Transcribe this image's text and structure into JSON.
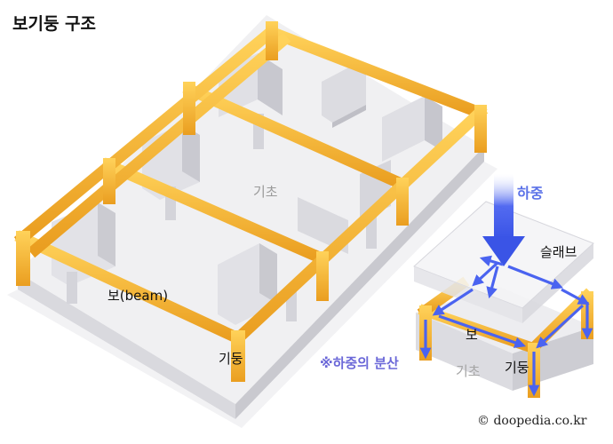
{
  "title": "보기둥 구조",
  "labels": {
    "foundation_main": "기초",
    "beam_main": "보(beam)",
    "column_main": "기둥",
    "load": "하중",
    "slab": "슬래브",
    "distribution_note": "※하중의 분산",
    "beam_small": "보",
    "foundation_small": "기초",
    "column_small": "기둥"
  },
  "copyright": "© doopedia.co.kr",
  "colors": {
    "beam": "#f4b83a",
    "arrow": "#4a63f0",
    "note": "#6b68d8",
    "slab": "#f2f2f5",
    "wall": "#dcdce0",
    "foundation": "#ececee"
  }
}
